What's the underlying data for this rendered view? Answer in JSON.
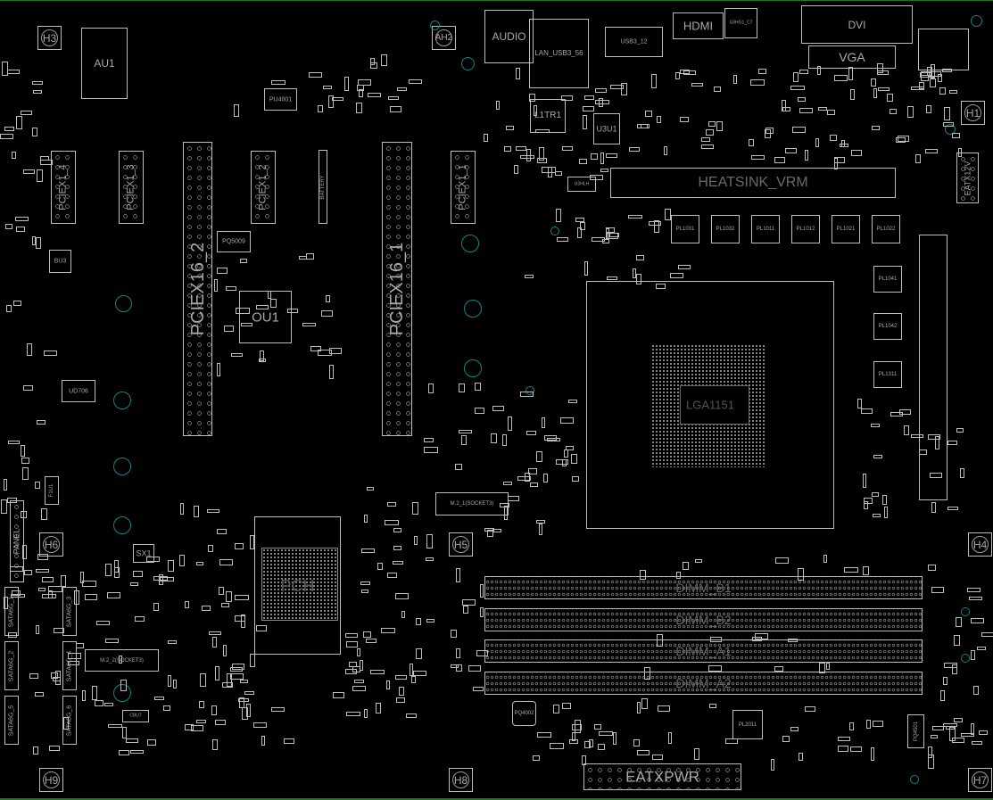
{
  "connectors": {
    "audio": "AUDIO",
    "lan": "LAN_USB3_56",
    "usb12": "USB3_12",
    "hdmi": "HDMI",
    "u3hg1": "U3HG1_C7",
    "dvi": "DVI",
    "vga": "VGA",
    "eatx12v": "EATX12V",
    "eatxpwr": "EATXPWR",
    "battery": "BATTERY",
    "panel": "PANEL",
    "pciex16_1": "PCIEX16_1",
    "pciex16_2": "PCIEX16_2",
    "pciex1_1": "PCIEX1_1",
    "pciex1_2": "PCIEX1_2",
    "pciex1_3": "PCIEX1_3",
    "pciex1_4": "PCIEX1_4",
    "m2_1": "M.2_1(SOCKET3)",
    "m2_2": "M.2_2(SOCKET3)",
    "dimm_b1": "DIMM_B1",
    "dimm_b2": "DIMM_B2",
    "dimm_a1": "DIMM_A1",
    "dimm_a2": "DIMM_A2",
    "sata": [
      "SATA6G_1",
      "SATA6G_2",
      "SATA6G_3",
      "SATA6G_4",
      "SATA6G_5",
      "SATA6G_6"
    ],
    "heatsink": "HEATSINK_VRM",
    "socket": "LGA1151"
  },
  "chips": {
    "au1": "AU1",
    "l1tr1": "L1TR1",
    "u3u1": "U3U1",
    "ou1": "OU1",
    "bu3": "BU3",
    "ud706": "UD706",
    "sx1": "SX1",
    "pch": "PCH",
    "pu4001": "PU4001",
    "pq5009": "PQ5009",
    "pq4002": "PQ4002",
    "pq4501": "PQ4501",
    "pl2011": "PL2011",
    "cbu7": "CBU7",
    "u3hlh": "U3HLH",
    "f1u1": "F1U1",
    "pl": [
      "PL1031",
      "PL1032",
      "PL1011",
      "PL1012",
      "PL1021",
      "PL1022",
      "PL1041",
      "PL1042",
      "PL1311"
    ]
  },
  "holes": [
    "H1",
    "H3",
    "AH2",
    "H4",
    "H5",
    "H6",
    "H7",
    "H8",
    "H9"
  ]
}
